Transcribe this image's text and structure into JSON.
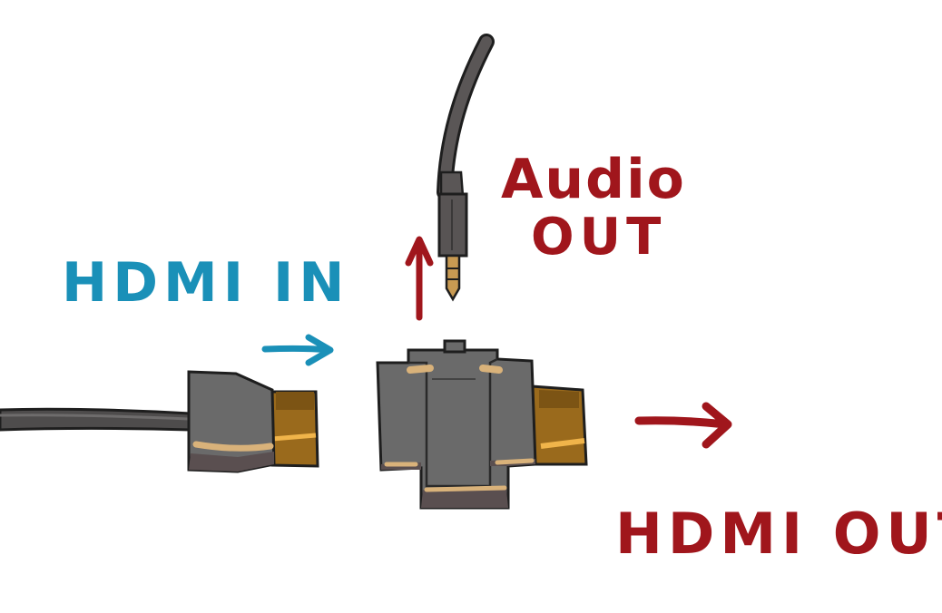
{
  "labels": {
    "hdmi_in": "HDMI IN",
    "audio_out_line1": "Audio",
    "audio_out_line2": "OUT",
    "hdmi_out": "HDMI OUT"
  },
  "colors": {
    "input_accent": "#1a90b8",
    "output_accent": "#a0161c",
    "connector_body": "#6a6a6a",
    "connector_shadow": "#5a4f50",
    "gold_plug": "#b07a1e",
    "outline": "#1e1e1e"
  },
  "icons": [
    "hdmi-cable-icon",
    "hdmi-adapter-icon",
    "audio-jack-icon",
    "arrow-icon"
  ]
}
